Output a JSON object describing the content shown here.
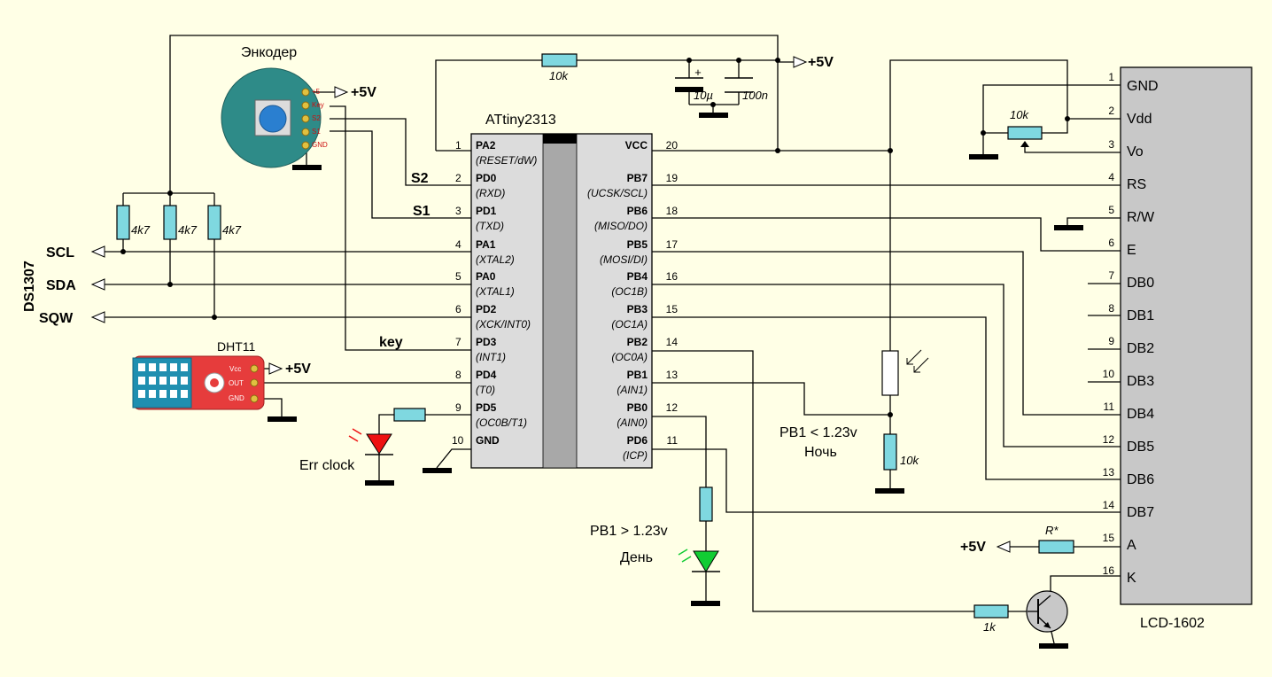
{
  "colors": {
    "background": "#ffffe6",
    "resistor": "#7fd8e0",
    "chip": "#dcdcdc",
    "encoder_body": "#2e8b88",
    "encoder_knob": "#2a7fd0",
    "dht_board": "#e63c3c",
    "led_red": "#ee1111",
    "led_green": "#11cc33"
  },
  "mcu": {
    "name": "ATtiny2313",
    "left_pins": [
      {
        "num": "1",
        "name": "PA2",
        "alt": "(RESET/dW)"
      },
      {
        "num": "2",
        "name": "PD0",
        "alt": "(RXD)"
      },
      {
        "num": "3",
        "name": "PD1",
        "alt": "(TXD)"
      },
      {
        "num": "4",
        "name": "PA1",
        "alt": "(XTAL2)"
      },
      {
        "num": "5",
        "name": "PA0",
        "alt": "(XTAL1)"
      },
      {
        "num": "6",
        "name": "PD2",
        "alt": "(XCK/INT0)"
      },
      {
        "num": "7",
        "name": "PD3",
        "alt": "(INT1)"
      },
      {
        "num": "8",
        "name": "PD4",
        "alt": "(T0)"
      },
      {
        "num": "9",
        "name": "PD5",
        "alt": "(OC0B/T1)"
      },
      {
        "num": "10",
        "name": "GND",
        "alt": ""
      }
    ],
    "right_pins": [
      {
        "num": "20",
        "name": "VCC",
        "alt": ""
      },
      {
        "num": "19",
        "name": "PB7",
        "alt": "(UCSK/SCL)"
      },
      {
        "num": "18",
        "name": "PB6",
        "alt": "(MISO/DO)"
      },
      {
        "num": "17",
        "name": "PB5",
        "alt": "(MOSI/DI)"
      },
      {
        "num": "16",
        "name": "PB4",
        "alt": "(OC1B)"
      },
      {
        "num": "15",
        "name": "PB3",
        "alt": "(OC1A)"
      },
      {
        "num": "14",
        "name": "PB2",
        "alt": "(OC0A)"
      },
      {
        "num": "13",
        "name": "PB1",
        "alt": "(AIN1)"
      },
      {
        "num": "12",
        "name": "PB0",
        "alt": "(AIN0)"
      },
      {
        "num": "11",
        "name": "PD6",
        "alt": "(ICP)"
      }
    ]
  },
  "lcd": {
    "name": "LCD-1602",
    "pins": [
      {
        "num": "1",
        "name": "GND"
      },
      {
        "num": "2",
        "name": "Vdd"
      },
      {
        "num": "3",
        "name": "Vo"
      },
      {
        "num": "4",
        "name": "RS"
      },
      {
        "num": "5",
        "name": "R/W"
      },
      {
        "num": "6",
        "name": "E"
      },
      {
        "num": "7",
        "name": "DB0"
      },
      {
        "num": "8",
        "name": "DB1"
      },
      {
        "num": "9",
        "name": "DB2"
      },
      {
        "num": "10",
        "name": "DB3"
      },
      {
        "num": "11",
        "name": "DB4"
      },
      {
        "num": "12",
        "name": "DB5"
      },
      {
        "num": "13",
        "name": "DB6"
      },
      {
        "num": "14",
        "name": "DB7"
      },
      {
        "num": "15",
        "name": "A"
      },
      {
        "num": "16",
        "name": "K"
      }
    ]
  },
  "encoder": {
    "title": "Энкодер",
    "pins": [
      "+5",
      "Key",
      "S2",
      "S1",
      "GND"
    ]
  },
  "dht": {
    "title": "DHT11",
    "pins": [
      "Vcc",
      "OUT",
      "GND"
    ]
  },
  "rtc": {
    "name": "DS1307",
    "signals": [
      "SCL",
      "SDA",
      "SQW"
    ]
  },
  "nets": {
    "power": "+5V",
    "s2": "S2",
    "s1": "S1",
    "key": "key"
  },
  "components": {
    "r_reset": "10k",
    "c_elec": "10µ",
    "c_cer": "100n",
    "c_plus": "+",
    "pot": "10k",
    "pullup1": "4k7",
    "pullup2": "4k7",
    "pullup3": "4k7",
    "r_ldr": "10k",
    "r_base": "1k",
    "r_backlight": "R*"
  },
  "notes": {
    "err_led": "Err clock",
    "night_cond": "PB1 < 1.23v",
    "night": "Ночь",
    "day_cond": "PB1 > 1.23v",
    "day": "День"
  }
}
